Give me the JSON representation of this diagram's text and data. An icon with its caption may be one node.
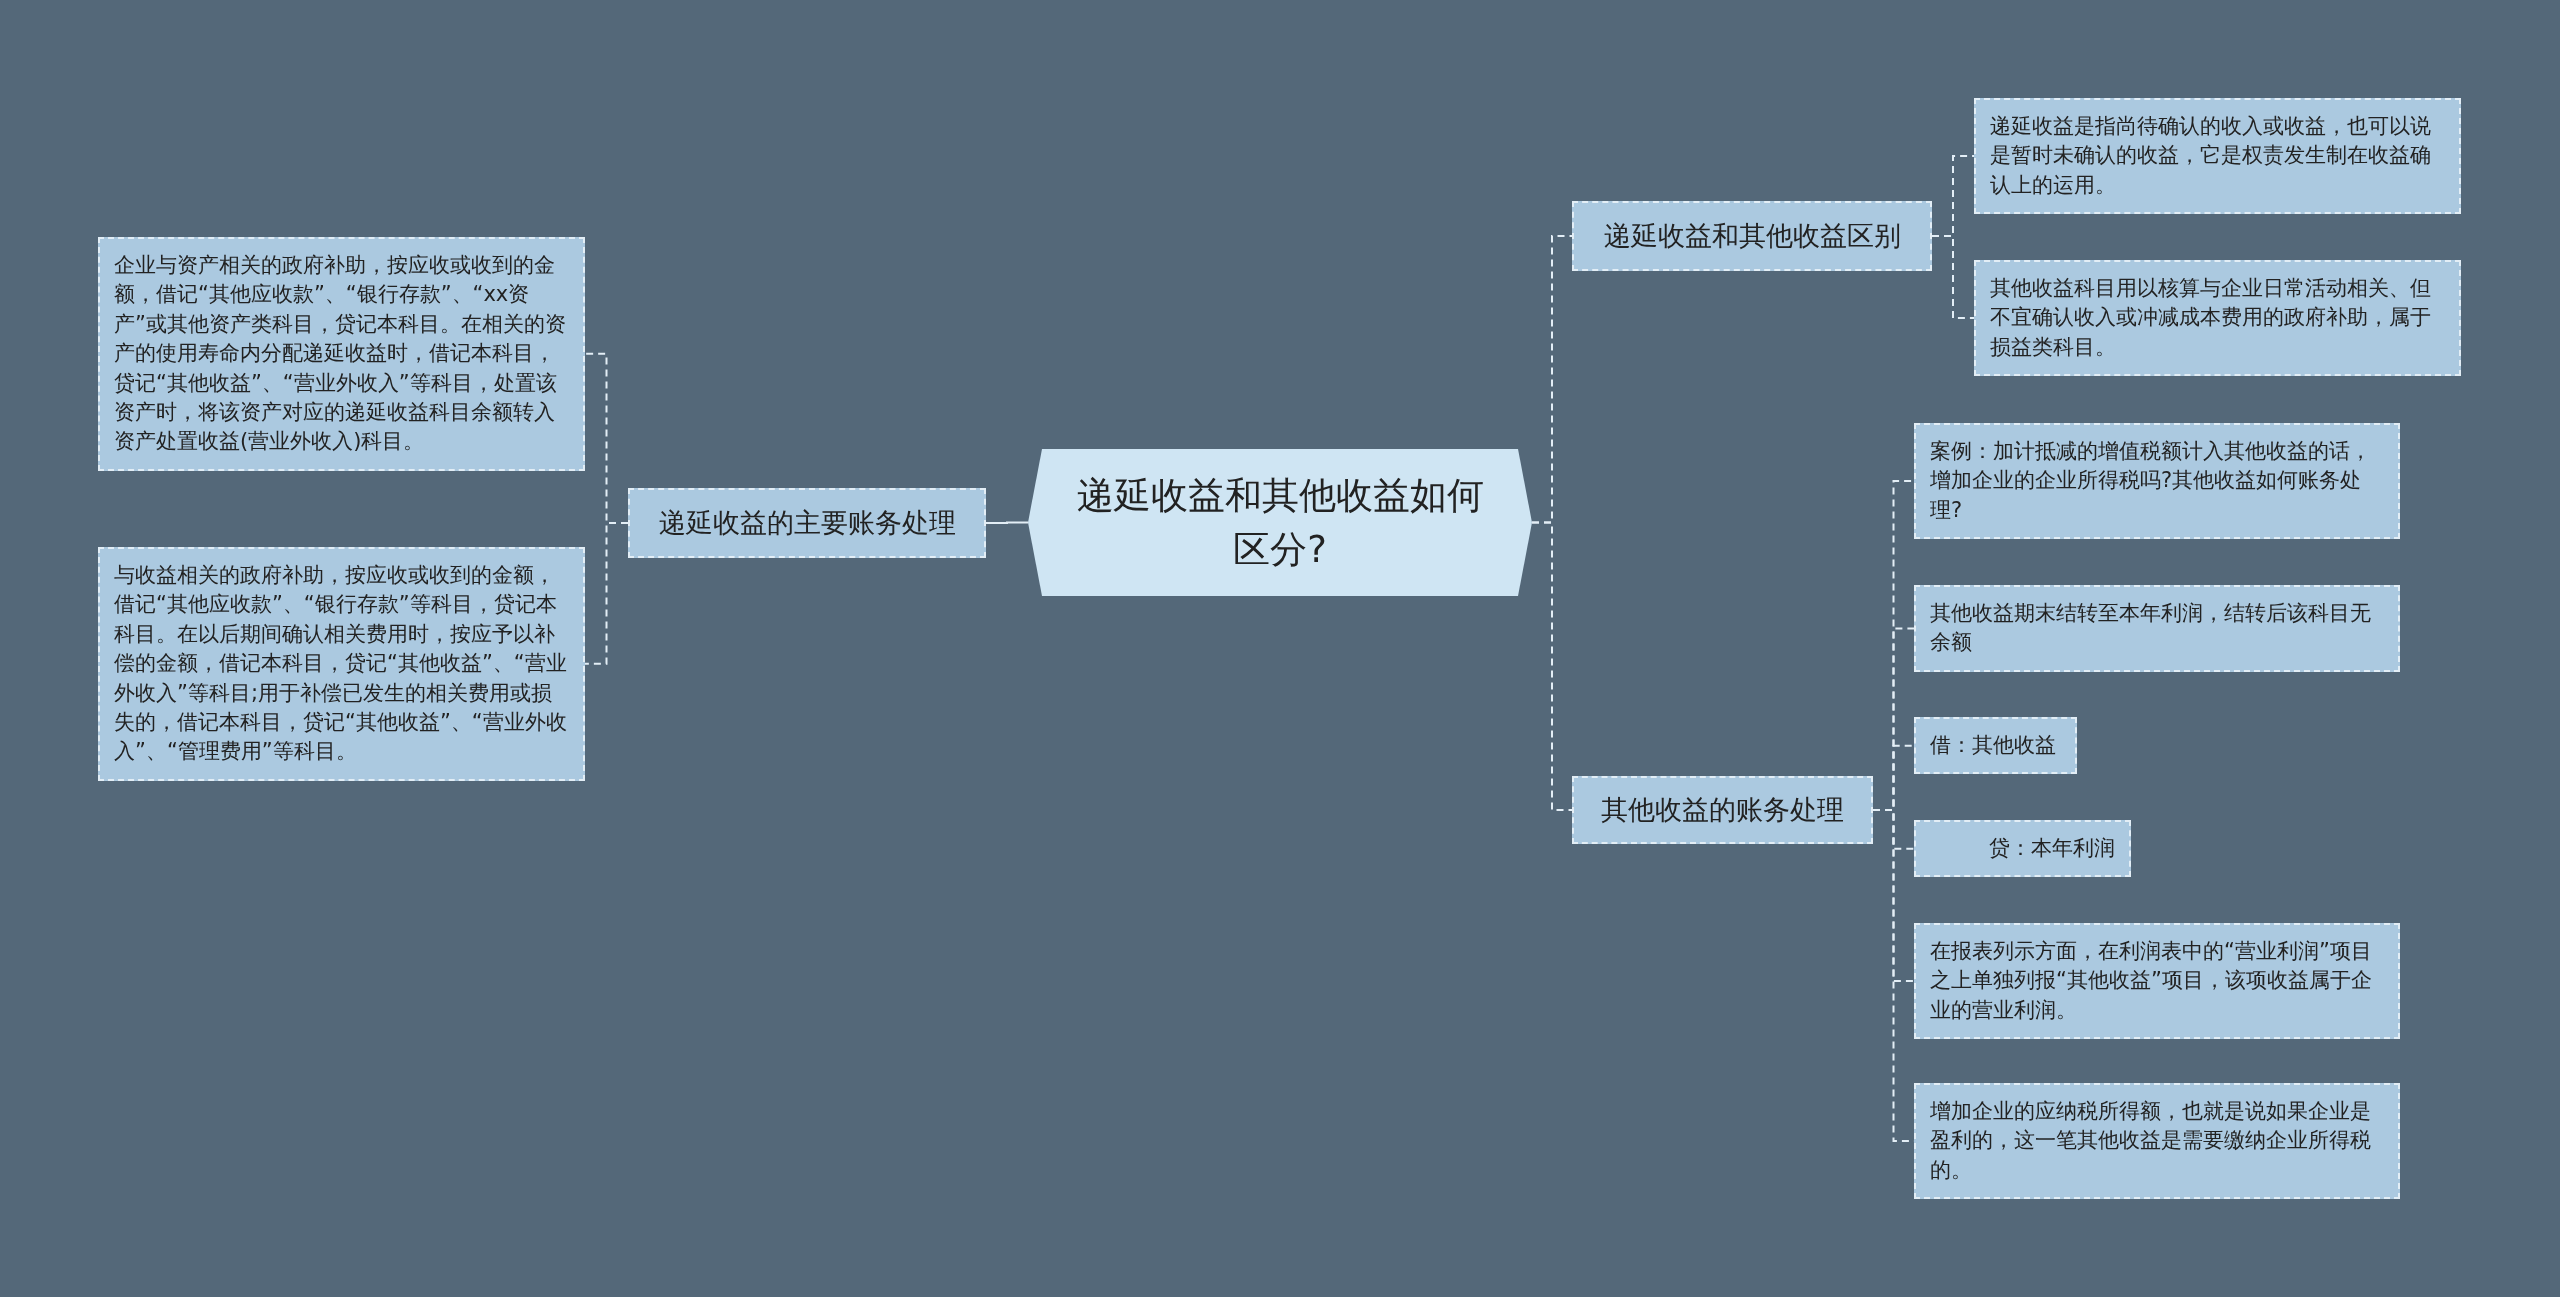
{
  "diagram": {
    "nodes": [
      {
        "text": [
          "递延收益和其他收益如何区分?"
        ]
      },
      {
        "text": [
          "递延收益的主要账务处理"
        ]
      },
      {
        "text": [
          "企业与资产相关的政府补助，按应收或收到的金额，借记“其他应收款”、“银行存款”、“xx资产”或其他资产类科目，贷记本科目。在相关的资产的使用寿命内分配递延收益时，借记本科目，贷记“其他收益”、“营业外收入”等科目，处置该资产时，将该资产对应的递延收益科目余额转入资产处置收益(营业外收入)科目。"
        ]
      },
      {
        "text": [
          "与收益相关的政府补助，按应收或收到的金额，借记“其他应收款”、“银行存款”等科目，贷记本科目。在以后期间确认相关费用时，按应予以补偿的金额，借记本科目，贷记“其他收益”、“营业外收入”等科目;用于补偿已发生的相关费用或损失的，借记本科目，贷记“其他收益”、“营业外收入”、“管理费用”等科目。"
        ]
      },
      {
        "text": [
          "递延收益和其他收益区别"
        ]
      },
      {
        "text": [
          "递延收益是指尚待确认的收入或收益，也可以说是暂时未确认的收益，它是权责发生制在收益确认上的运用。"
        ]
      },
      {
        "text": [
          "其他收益科目用以核算与企业日常活动相关、但不宜确认收入或冲减成本费用的政府补助，属于损益类科目。"
        ]
      },
      {
        "text": [
          "其他收益的账务处理"
        ]
      },
      {
        "text": [
          "案例：加计抵减的增值税额计入其他收益的话，增加企业的企业所得税吗?其他收益如何账务处理?"
        ]
      },
      {
        "text": [
          "其他收益期末结转至本年利润，结转后该科目无余额"
        ]
      },
      {
        "text": [
          "借：其他收益"
        ]
      },
      {
        "text": [
          "贷：本年利润"
        ]
      },
      {
        "text": [
          "在报表列示方面，在利润表中的“营业利润”项目之上单独列报“其他收益”项目，该项收益属于企业的营业利润。"
        ]
      },
      {
        "text": [
          "增加企业的应纳税所得额，也就是说如果企业是盈利的，这一笔其他收益是需要缴纳企业所得税的。"
        ]
      }
    ],
    "edges": [
      {
        "from": 0,
        "to": 1,
        "arrow": "none"
      },
      {
        "from": 1,
        "to": 2,
        "arrow": "none",
        "style": "dashed"
      },
      {
        "from": 1,
        "to": 3,
        "arrow": "none",
        "style": "dashed"
      },
      {
        "from": 0,
        "to": 4,
        "arrow": "none",
        "style": "dashed"
      },
      {
        "from": 4,
        "to": 5,
        "arrow": "none",
        "style": "dashed"
      },
      {
        "from": 4,
        "to": 6,
        "arrow": "none",
        "style": "dashed"
      },
      {
        "from": 0,
        "to": 7,
        "arrow": "none",
        "style": "dashed"
      },
      {
        "from": 7,
        "to": 8,
        "arrow": "none",
        "style": "dashed"
      },
      {
        "from": 7,
        "to": 9,
        "arrow": "none",
        "style": "dashed"
      },
      {
        "from": 7,
        "to": 10,
        "arrow": "none",
        "style": "dashed"
      },
      {
        "from": 7,
        "to": 11,
        "arrow": "none",
        "style": "dashed"
      },
      {
        "from": 7,
        "to": 12,
        "arrow": "none",
        "style": "dashed"
      },
      {
        "from": 7,
        "to": 13,
        "arrow": "none",
        "style": "dashed"
      }
    ]
  }
}
